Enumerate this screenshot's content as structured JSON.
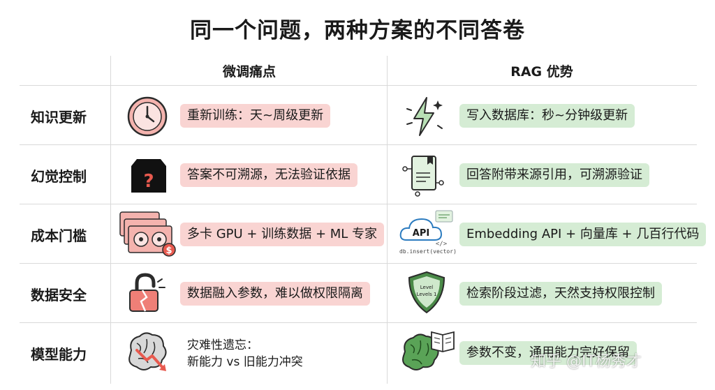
{
  "title": "同一个问题，两种方案的不同答卷",
  "headers": {
    "left": "微调痛点",
    "right": "RAG 优势"
  },
  "rows": [
    {
      "label": "知识更新",
      "left": "重新训练：天~周级更新",
      "right": "写入数据库：秒~分钟级更新",
      "left_icon": "clock-icon",
      "right_icon": "lightning-icon"
    },
    {
      "label": "幻觉控制",
      "left": "答案不可溯源，无法验证依据",
      "right": "回答附带来源引用，可溯源验证",
      "left_icon": "question-box-icon",
      "right_icon": "document-citation-icon"
    },
    {
      "label": "成本门槛",
      "left": "多卡 GPU + 训练数据 + ML 专家",
      "right": "Embedding API + 向量库 + 几百行代码",
      "left_icon": "gpu-cards-icon",
      "right_icon": "api-cloud-icon",
      "right_icon_caption": "db.insert(vector)"
    },
    {
      "label": "数据安全",
      "left": "数据融入参数，难以做权限隔离",
      "right": "检索阶段过滤，天然支持权限控制",
      "left_icon": "broken-lock-icon",
      "right_icon": "shield-levels-icon",
      "shield_text": [
        "Level",
        "Levels 1"
      ]
    },
    {
      "label": "模型能力",
      "left_lines": [
        "灾难性遗忘：",
        "新能力 vs 旧能力冲突"
      ],
      "right": "参数不变，通用能力完好保留",
      "left_icon": "brain-decline-icon",
      "right_icon": "brain-book-icon"
    }
  ],
  "watermark": "知乎 @IT杨秀才",
  "colors": {
    "red_pill": "#f9d4d2",
    "green_pill": "#d5ecd4",
    "grid": "#d9d9d9"
  }
}
